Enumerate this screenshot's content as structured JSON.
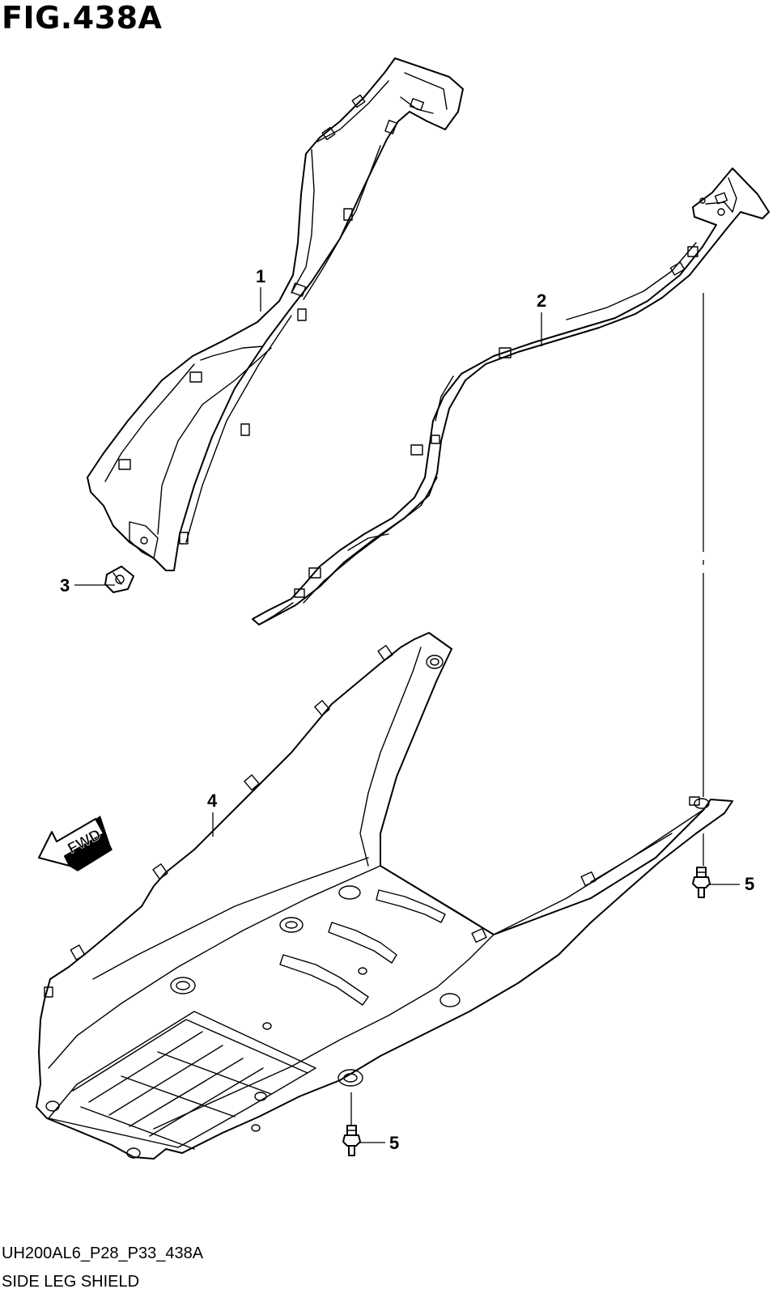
{
  "figure": {
    "title": "FIG.438A",
    "drawing_code": "UH200AL6_P28_P33_438A",
    "name": "SIDE LEG SHIELD"
  },
  "callouts": {
    "part1": "1",
    "part2": "2",
    "part3": "3",
    "part4": "4",
    "part5_right": "5",
    "part5_bottom": "5"
  },
  "direction_arrow": {
    "label": "FWD"
  }
}
